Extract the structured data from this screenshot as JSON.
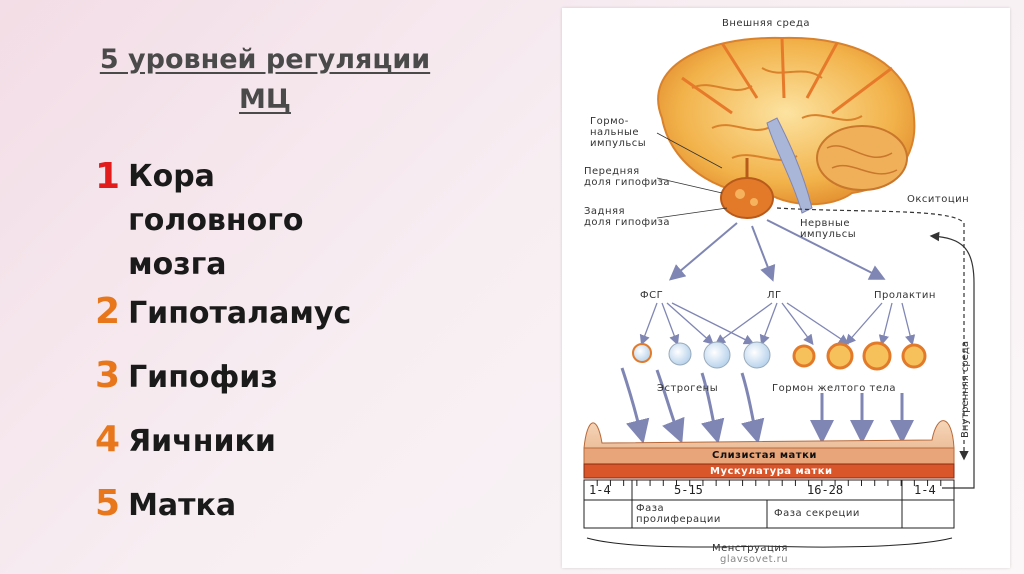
{
  "slide": {
    "title_line1": "5 уровней регуляции",
    "title_line2": "МЦ"
  },
  "levels": [
    {
      "num": "1",
      "text": "Кора головного мозга"
    },
    {
      "num": "2",
      "text": "Гипоталамус"
    },
    {
      "num": "3",
      "text": "Гипофиз"
    },
    {
      "num": "4",
      "text": "Яичники"
    },
    {
      "num": "5",
      "text": "Матка"
    }
  ],
  "diagram": {
    "external_env": "Внешняя среда",
    "hormonal_impulses": "Гормо-\nнальные\nимпульсы",
    "anterior_pituitary": "Передняя\nдоля гипофиза",
    "posterior_pituitary": "Задняя\nдоля гипофиза",
    "oxytocin": "Окситоцин",
    "nerve_impulses": "Нервные\nимпульсы",
    "fsh": "ФСГ",
    "lh": "ЛГ",
    "prolactin": "Пролактин",
    "estrogens": "Эстрогены",
    "corpus_luteum_hormone": "Гормон желтого тела",
    "internal_env": "Внутренняя среда",
    "endometrium": "Слизистая матки",
    "myometrium": "Мускулатура матки",
    "days": [
      "1-4",
      "5-15",
      "16-28",
      "1-4"
    ],
    "proliferation_phase": "Фаза\nпролиферации",
    "secretion_phase": "Фаза секреции",
    "menstruation": "Менструация",
    "watermark": "glavsovet.ru"
  },
  "colors": {
    "number_first": "#e21b1b",
    "number_rest": "#e8761a",
    "brain": "#f2b24a",
    "arrow": "#7f86b4"
  }
}
